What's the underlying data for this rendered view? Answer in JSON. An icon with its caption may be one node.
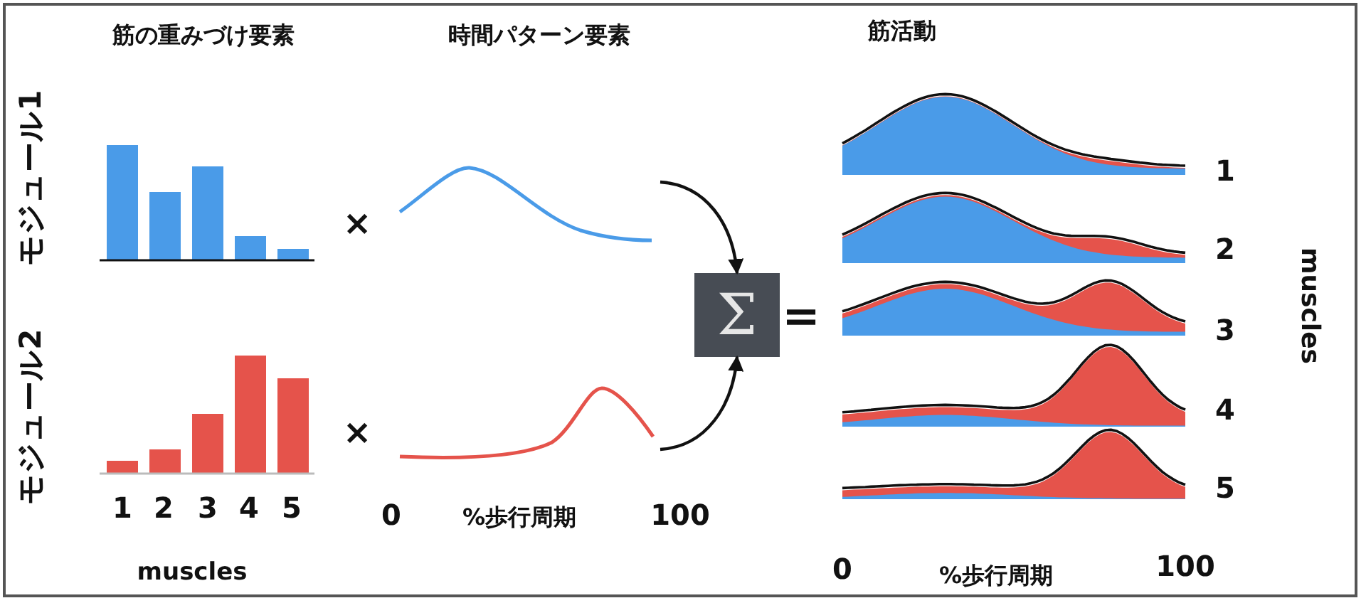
{
  "diagram": {
    "nodes": [
      {
        "text": [],
        "shape": "picture"
      },
      {
        "text": [],
        "shape": "picture"
      },
      {
        "text": [
          "Σ"
        ]
      }
    ],
    "edges": [
      {
        "from": 0,
        "to": 2,
        "arrow": "to"
      },
      {
        "from": 1,
        "to": 2,
        "arrow": "to"
      }
    ],
    "labels": [
      "筋の重みづけ要素",
      "時間パターン要素",
      "筋活動",
      "モジュール1",
      "×",
      "1",
      "2",
      "=",
      "3",
      "muscles",
      "モジュール2",
      "×",
      "4",
      "5",
      "1",
      "2",
      "3",
      "4",
      "5",
      "0",
      "%歩行周期",
      "100",
      "muscles",
      "0",
      "%歩行周期",
      "100"
    ]
  }
}
